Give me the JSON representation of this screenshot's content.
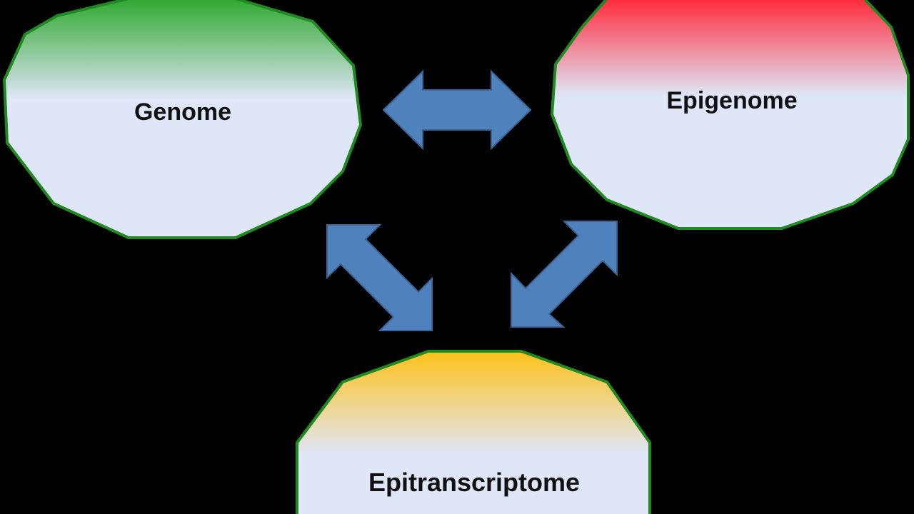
{
  "nodes": {
    "genome": {
      "label": "Genome",
      "color_top": "#2fa82f"
    },
    "epigenome": {
      "label": "Epigenome",
      "color_top": "#ff2a3a"
    },
    "epitranscriptome": {
      "label": "Epitranscriptome",
      "color_top": "#ffc21a"
    }
  },
  "colors": {
    "background": "#000000",
    "node_fill_bottom": "#dfe6f7",
    "node_border": "#1f8a1f",
    "arrow_fill": "#4f81bd",
    "arrow_stroke": "#3a6496"
  },
  "connections": [
    {
      "from": "genome",
      "to": "epigenome",
      "direction": "bidirectional"
    },
    {
      "from": "genome",
      "to": "epitranscriptome",
      "direction": "bidirectional"
    },
    {
      "from": "epigenome",
      "to": "epitranscriptome",
      "direction": "bidirectional"
    }
  ]
}
